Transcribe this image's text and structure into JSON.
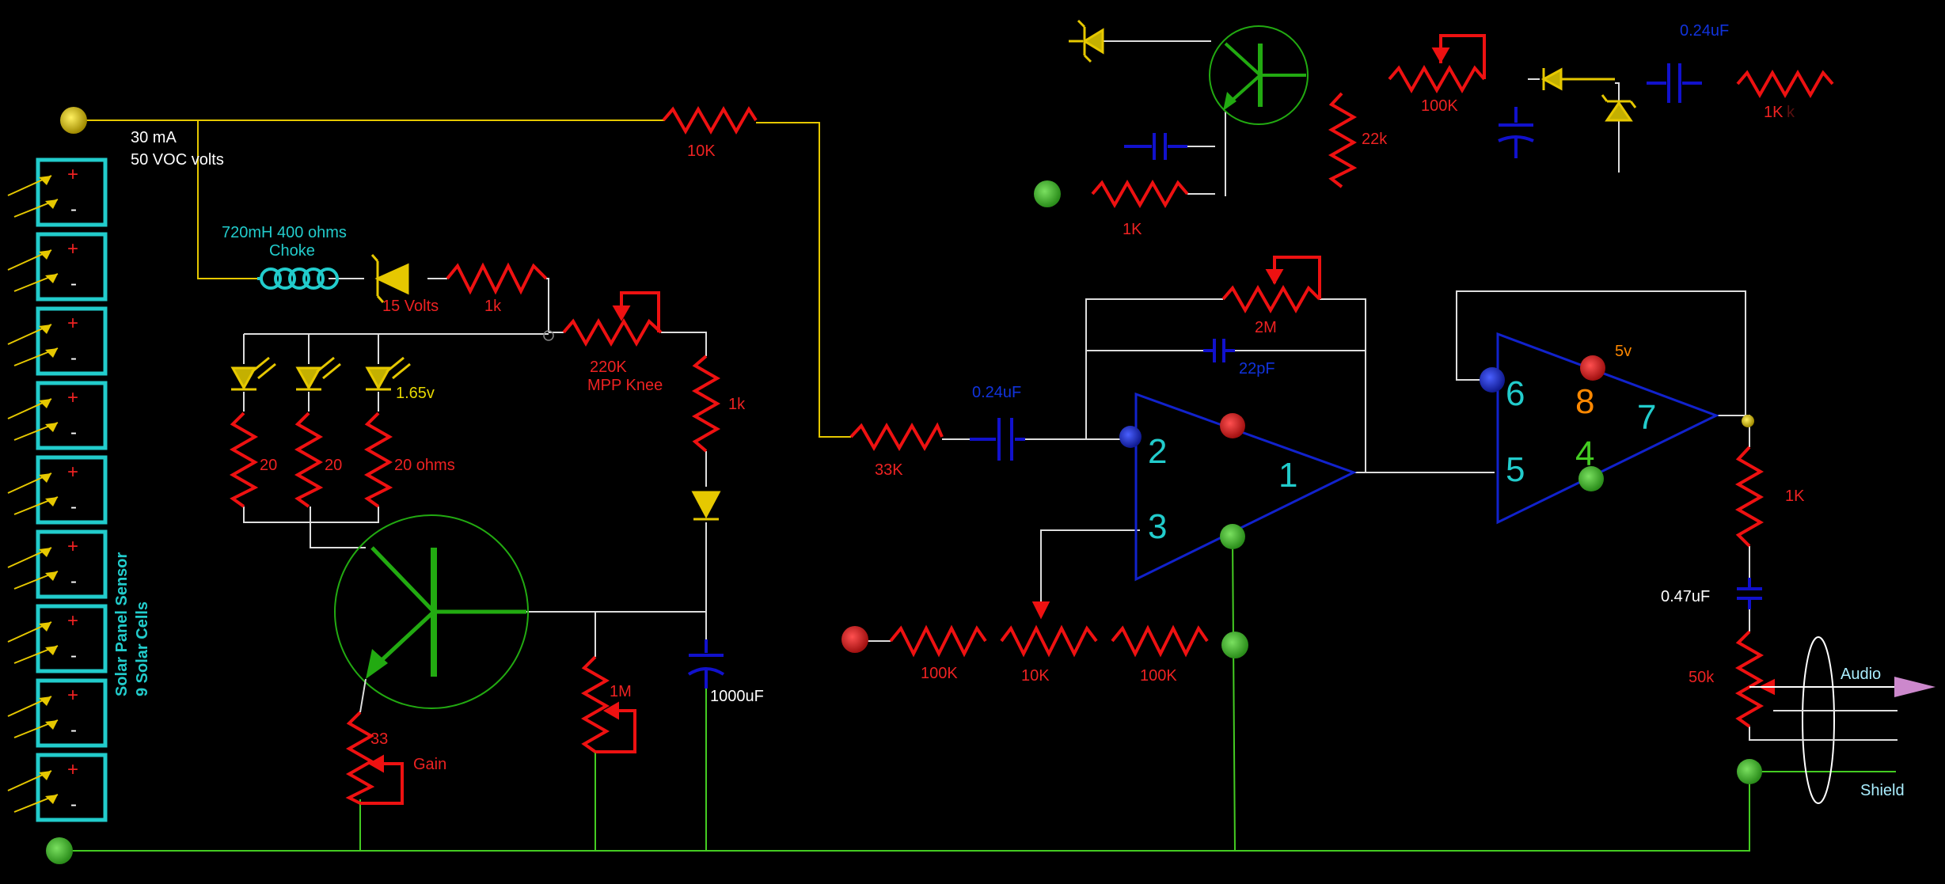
{
  "colors": {
    "background": "#000000",
    "wire_yellow": "#e6c800",
    "wire_white": "#dddddd",
    "wire_green": "#44cc22",
    "resistor": "#ee1111",
    "capacitor": "#1111cc",
    "cell": "#22cccc",
    "opamp": "#1122cc",
    "transistor": "#22aa11",
    "diode": "#e6c800",
    "label_red": "#ee2222",
    "label_cyan": "#22cccc",
    "label_blue": "#1133dd",
    "label_white": "#ffffff",
    "label_yellow": "#e6d800",
    "label_orange": "#ff8800",
    "audio_arrow": "#cc88cc"
  },
  "source": {
    "current": "30 mA",
    "voltage": "50 VOC volts",
    "sensor_title": "Solar Panel Sensor",
    "sensor_subtitle": "9 Solar Cells",
    "cell_plus": "+",
    "cell_minus": "-"
  },
  "choke": {
    "spec": "720mH 400 ohms",
    "name": "Choke"
  },
  "labels": {
    "zener_15v": "15 Volts",
    "r_1k_top": "1k",
    "r_10k": "10K",
    "pot_220k": "220K",
    "mpp_knee": "MPP Knee",
    "r_1k_mid": "1k",
    "led_volts": "1.65v",
    "r_20a": "20",
    "r_20b": "20",
    "r_20c": "20 ohms",
    "r_33": "33",
    "gain": "Gain",
    "r_1m": "1M",
    "c_1000uf": "1000uF",
    "r_33k": "33K",
    "c_024uf_input": "0.24uF",
    "pot_2m": "2M",
    "c_22pf": "22pF",
    "r_100k_a": "100K",
    "pot_10k": "10K",
    "r_100k_b": "100K",
    "r_1k_out": "1K",
    "c_047uf": "0.47uF",
    "pot_50k": "50k",
    "audio": "Audio",
    "shield": "Shield",
    "supply_5v": "5v"
  },
  "opamp1": {
    "pin_inv": "2",
    "pin_noninv": "3",
    "pin_out": "1"
  },
  "opamp2": {
    "pin_6": "6",
    "pin_8": "8",
    "pin_7": "7",
    "pin_5": "5",
    "pin_4": "4"
  },
  "legend_parts": {
    "r_22k": "22k",
    "r_1k": "1K",
    "pot_100k": "100K",
    "c_024uf": "0.24uF",
    "r_1k_right": "1K",
    "r_1k_right_ghost": "k"
  }
}
